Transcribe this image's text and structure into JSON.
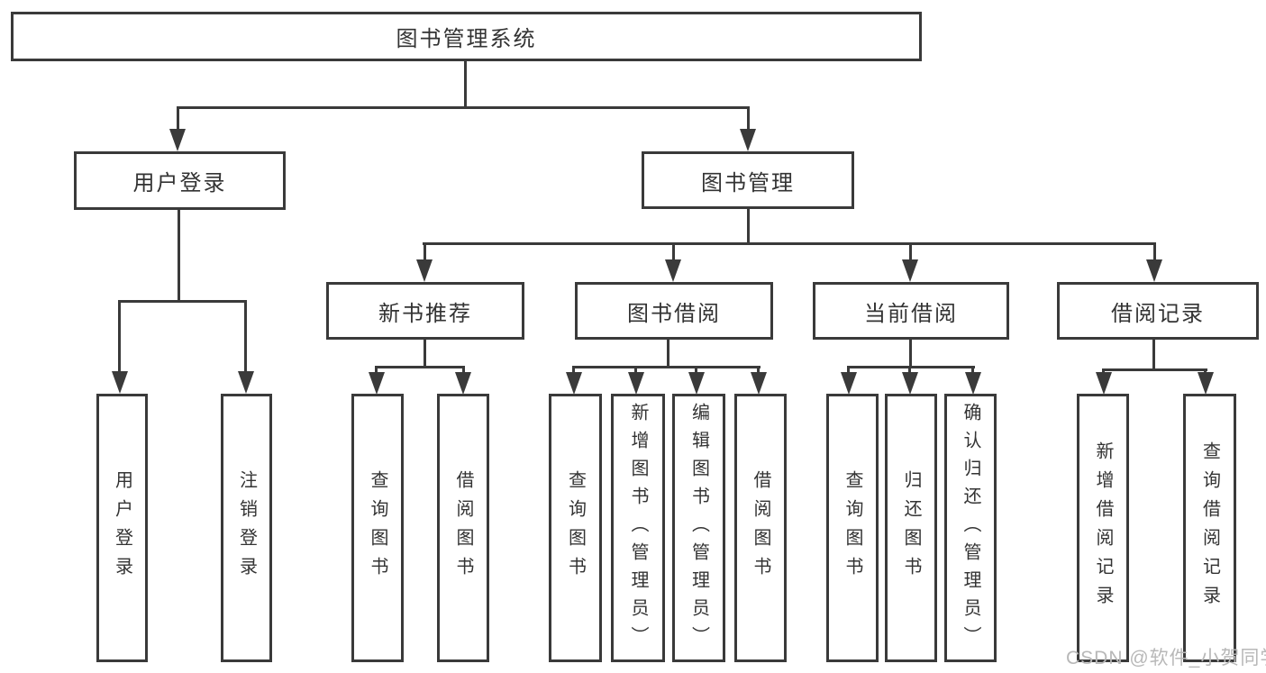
{
  "diagram": {
    "root": {
      "label": "图书管理系统"
    },
    "level2": [
      {
        "label": "用户登录",
        "children": [
          {
            "label": "用户登录"
          },
          {
            "label": "注销登录"
          }
        ]
      },
      {
        "label": "图书管理",
        "children": [
          {
            "label": "新书推荐",
            "children": [
              {
                "label": "查询图书"
              },
              {
                "label": "借阅图书"
              }
            ]
          },
          {
            "label": "图书借阅",
            "children": [
              {
                "label": "查询图书"
              },
              {
                "label": "新增图书（管理员）"
              },
              {
                "label": "编辑图书（管理员）"
              },
              {
                "label": "借阅图书"
              }
            ]
          },
          {
            "label": "当前借阅",
            "children": [
              {
                "label": "查询图书"
              },
              {
                "label": "归还图书"
              },
              {
                "label": "确认归还（管理员）"
              }
            ]
          },
          {
            "label": "借阅记录",
            "children": [
              {
                "label": "新增借阅记录"
              },
              {
                "label": "查询借阅记录"
              }
            ]
          }
        ]
      }
    ]
  },
  "watermark": {
    "text": "CSDN @软件_小贺同学"
  },
  "colors": {
    "line": "#3a3a3a",
    "text": "#333333",
    "watermark": "#b8b8b8",
    "background": "#ffffff"
  }
}
